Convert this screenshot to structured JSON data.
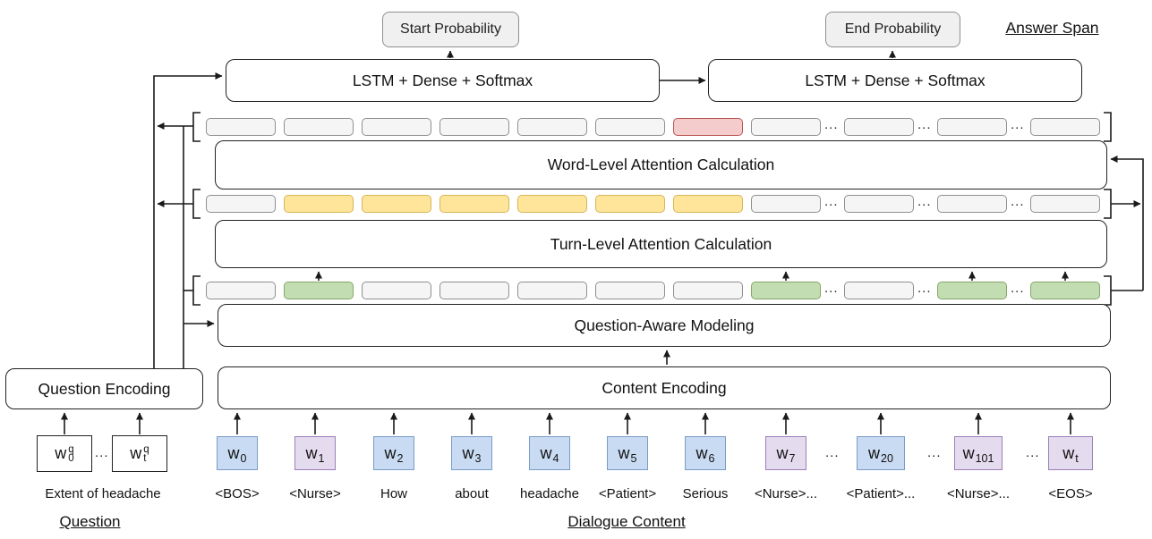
{
  "answer_span_label": "Answer Span",
  "prob": {
    "start": "Start Probability",
    "end": "End Probability"
  },
  "lstm": {
    "left": "LSTM + Dense + Softmax",
    "right": "LSTM + Dense + Softmax"
  },
  "layers": {
    "word": "Word-Level Attention Calculation",
    "turn": "Turn-Level Attention Calculation",
    "question_aware": "Question-Aware Modeling",
    "content": "Content Encoding",
    "question_encoding": "Question Encoding"
  },
  "ellipsis": "...",
  "token_rows": {
    "word_level": {
      "cells": [
        "gray",
        "gray",
        "gray",
        "gray",
        "gray",
        "gray",
        "red",
        "gray",
        "gray",
        "gray",
        "gray"
      ]
    },
    "turn_level": {
      "cells": [
        "gray",
        "yellow",
        "yellow",
        "yellow",
        "yellow",
        "yellow",
        "yellow",
        "gray",
        "gray",
        "gray",
        "gray"
      ]
    },
    "question_aware": {
      "cells": [
        "gray",
        "green",
        "gray",
        "gray",
        "gray",
        "gray",
        "gray",
        "green",
        "gray",
        "green",
        "green"
      ]
    }
  },
  "question": {
    "tokens": [
      {
        "base": "w",
        "sub": "0",
        "sup": "q"
      },
      {
        "base": "w",
        "sub": "t",
        "sup": "q"
      }
    ],
    "caption": "Extent of headache",
    "label": "Question"
  },
  "dialogue": {
    "tokens": [
      {
        "base": "w",
        "sub": "0",
        "color": "blue",
        "word": "<BOS>"
      },
      {
        "base": "w",
        "sub": "1",
        "color": "purple",
        "word": "<Nurse>"
      },
      {
        "base": "w",
        "sub": "2",
        "color": "blue",
        "word": "How"
      },
      {
        "base": "w",
        "sub": "3",
        "color": "blue",
        "word": "about"
      },
      {
        "base": "w",
        "sub": "4",
        "color": "blue",
        "word": "headache"
      },
      {
        "base": "w",
        "sub": "5",
        "color": "blue",
        "word": "<Patient>"
      },
      {
        "base": "w",
        "sub": "6",
        "color": "blue",
        "word": "Serious"
      },
      {
        "base": "w",
        "sub": "7",
        "color": "purple",
        "word": "<Nurse>...",
        "ellipsis_after": true
      },
      {
        "base": "w",
        "sub": "20",
        "color": "blue",
        "word": "<Patient>...",
        "ellipsis_after": true
      },
      {
        "base": "w",
        "sub": "101",
        "color": "purple",
        "word": "<Nurse>...",
        "ellipsis_after": true
      },
      {
        "base": "w",
        "sub": "t",
        "color": "purple",
        "word": "<EOS>"
      }
    ],
    "label": "Dialogue Content"
  },
  "colors": {
    "cell_gray": {
      "fill": "#f5f5f5",
      "border": "#8f8f8f"
    },
    "cell_red": {
      "fill": "#f4cccc",
      "border": "#b85450"
    },
    "cell_yellow": {
      "fill": "#ffe599",
      "border": "#d6b656"
    },
    "cell_green": {
      "fill": "#c3ddb2",
      "border": "#84a766"
    },
    "word_blue": {
      "fill": "#c9dbf3",
      "border": "#7a9cc6"
    },
    "word_purple": {
      "fill": "#e5dbee",
      "border": "#9a7fb8"
    },
    "line": "#1a1a1a"
  }
}
